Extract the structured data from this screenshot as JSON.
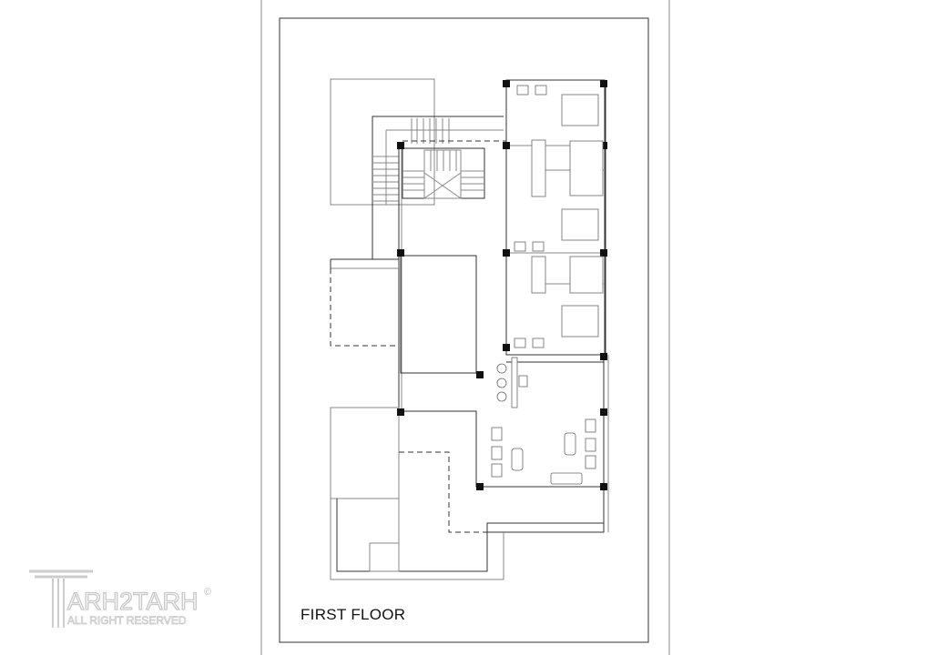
{
  "drawing": {
    "title": "FIRST FLOOR"
  },
  "watermark": {
    "brand": "ARH2TARH",
    "initial": "T",
    "tagline": "ALL RIGHT RESERVED",
    "copyright": "©"
  }
}
